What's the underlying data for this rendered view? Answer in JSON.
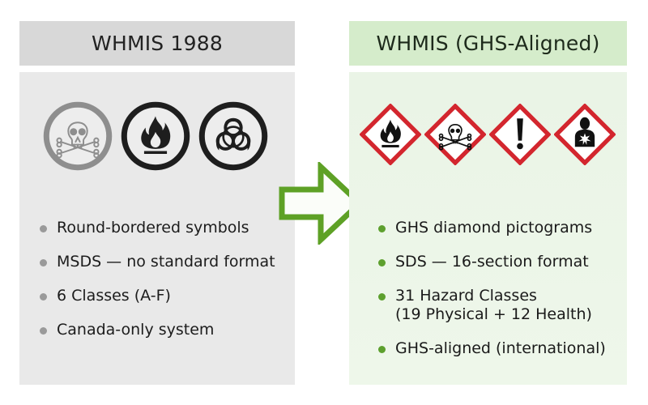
{
  "left_panel": {
    "title": "WHMIS 1988",
    "symbols": [
      {
        "icon": "skull-crossbones-icon",
        "border": "round",
        "color": "#8c8c8c"
      },
      {
        "icon": "flame-icon",
        "border": "round",
        "color": "#1e1e1e"
      },
      {
        "icon": "biohazard-icon",
        "border": "round",
        "color": "#1e1e1e"
      }
    ],
    "bullets": [
      "Round-bordered symbols",
      "MSDS — no standard format",
      "6 Classes (A-F)",
      "Canada-only system"
    ],
    "bullet_color": "#9a9a9a",
    "header_bg": "#d8d8d8",
    "body_bg": "#e9e9e9"
  },
  "arrow": {
    "icon": "right-arrow-icon",
    "color": "#5ea126"
  },
  "right_panel": {
    "title": "WHMIS (GHS-Aligned)",
    "pictograms": [
      {
        "icon": "ghs-flame-icon",
        "border": "diamond",
        "border_color": "#d3262e"
      },
      {
        "icon": "ghs-skull-crossbones-icon",
        "border": "diamond",
        "border_color": "#d3262e"
      },
      {
        "icon": "ghs-exclamation-icon",
        "border": "diamond",
        "border_color": "#d3262e"
      },
      {
        "icon": "ghs-health-hazard-icon",
        "border": "diamond",
        "border_color": "#d3262e"
      }
    ],
    "bullets": [
      "GHS diamond pictograms",
      "SDS — 16-section format",
      "31 Hazard Classes\n(19 Physical + 12 Health)",
      "GHS-aligned (international)"
    ],
    "bullet_color": "#5da02e",
    "header_bg": "#d5eccb",
    "body_bg": "#ecf6e8"
  }
}
